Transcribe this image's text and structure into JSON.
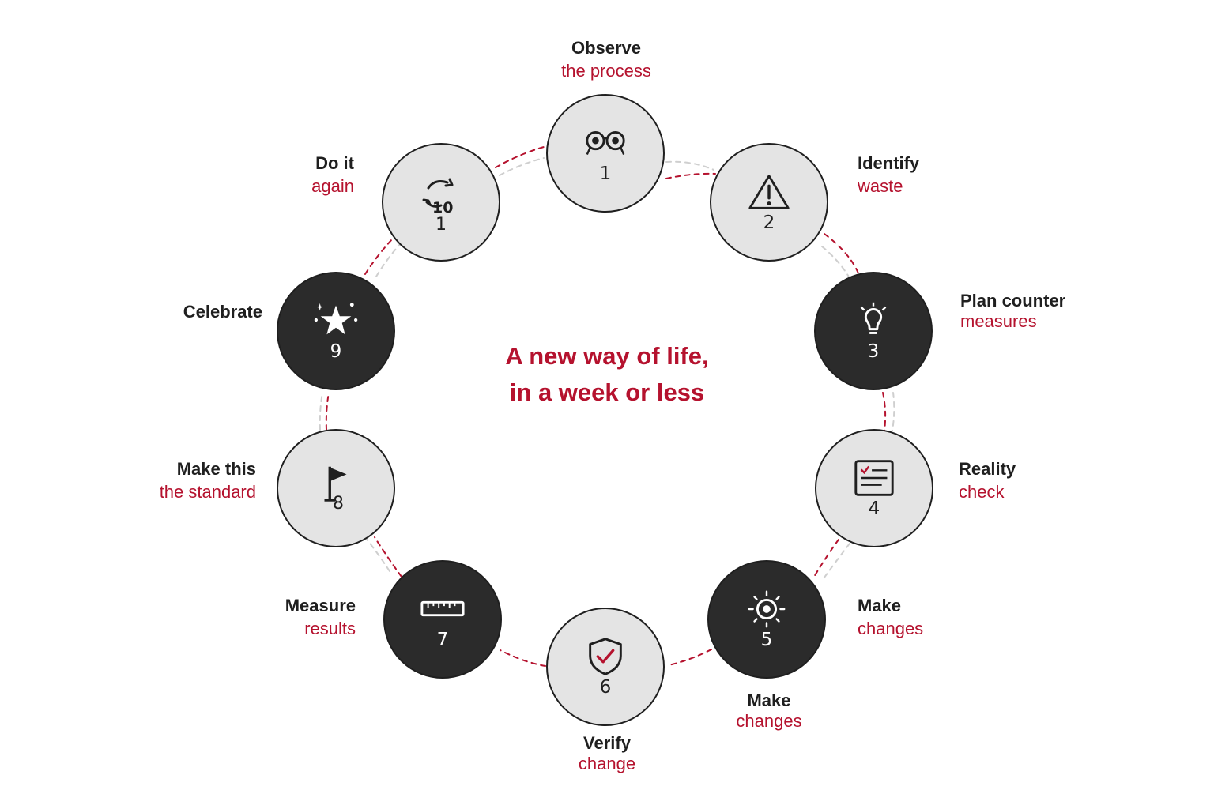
{
  "center": {
    "line1": "A new way of life,",
    "line2": "in a week or less"
  },
  "colors": {
    "accent": "#b5122e",
    "dark": "#2b2b2b",
    "light": "#e4e4e4",
    "ink": "#1f1f1f"
  },
  "steps": [
    {
      "number": "1",
      "title": "Observe",
      "subtitle": "the process",
      "icon": "binoculars-icon",
      "style": "light"
    },
    {
      "number": "2",
      "title": "Identify",
      "subtitle": "waste",
      "icon": "warning-triangle-icon",
      "style": "light"
    },
    {
      "number": "3",
      "title": "Plan counter",
      "subtitle": "measures",
      "icon": "lightbulb-icon",
      "style": "dark"
    },
    {
      "number": "4",
      "title": "Reality",
      "subtitle": "check",
      "icon": "checklist-icon",
      "style": "light"
    },
    {
      "number": "5",
      "title": "Make",
      "subtitle": "changes",
      "extra_title": "Make",
      "extra_subtitle": "changes",
      "icon": "sun-icon",
      "style": "dark"
    },
    {
      "number": "6",
      "title": "Verify",
      "subtitle": "change",
      "icon": "shield-check-icon",
      "style": "light"
    },
    {
      "number": "7",
      "title": "Measure",
      "subtitle": "results",
      "icon": "ruler-icon",
      "style": "dark"
    },
    {
      "number": "8",
      "title": "Make this",
      "subtitle": "the standard",
      "icon": "flag-icon",
      "style": "light"
    },
    {
      "number": "9",
      "title": "Celebrate",
      "subtitle": "",
      "icon": "star-sparkle-icon",
      "style": "dark"
    },
    {
      "number": "1",
      "number_overlay": "10",
      "title": "Do it",
      "subtitle": "again",
      "icon": "cycle-arrows-icon",
      "style": "light"
    }
  ]
}
